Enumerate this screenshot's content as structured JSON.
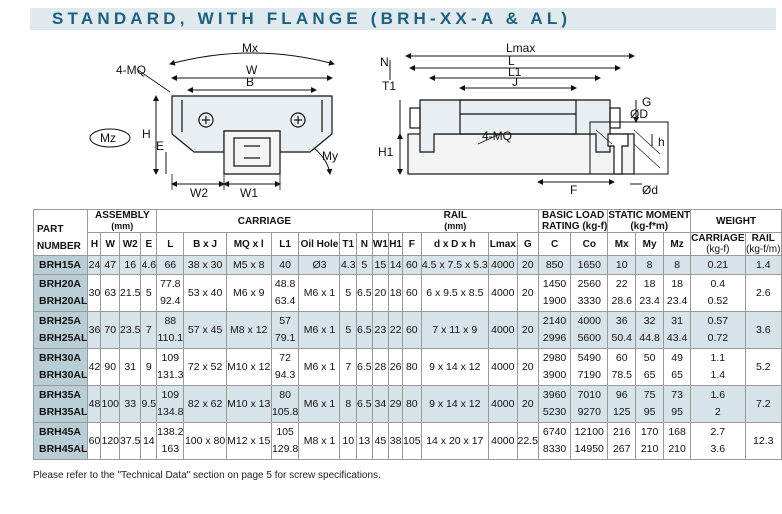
{
  "title": "STANDARD, WITH FLANGE (BRH-XX-A & AL)",
  "drawing": {
    "front_labels": {
      "mq": "4-MQ",
      "mx": "Mx",
      "w": "W",
      "b": "B",
      "mz": "Mz",
      "h": "H",
      "e": "E",
      "w2": "W2",
      "w1": "W1",
      "my": "My"
    },
    "side_labels": {
      "lmax": "Lmax",
      "n": "N",
      "l": "L",
      "l1": "L1",
      "j": "J",
      "t1": "T1",
      "mq": "4-MQ",
      "h1": "H1",
      "g": "G",
      "od": "ØD",
      "hh": "h",
      "f": "F",
      "d": "Ød"
    }
  },
  "table": {
    "headers": {
      "part_top": "PART",
      "part_bottom": "NUMBER",
      "assembly": "ASSEMBLY",
      "assembly_unit": "(mm)",
      "carriage": "CARRIAGE",
      "rail": "RAIL",
      "rail_unit": "(mm)",
      "load_top": "BASIC LOAD",
      "load_bottom": "RATING (kg-f)",
      "moment_top": "STATIC MOMENT",
      "moment_bottom": "(kg-f*m)",
      "weight": "WEIGHT",
      "weight_carriage": "CARRIAGE",
      "weight_rail": "RAIL",
      "weight_carriage_unit": "(kg-f)",
      "weight_rail_unit": "(kg-f/m)",
      "cols": [
        "H",
        "W",
        "W2",
        "E",
        "L",
        "B x J",
        "MQ x l",
        "L1",
        "Oil Hole",
        "T1",
        "N",
        "W1",
        "H1",
        "F",
        "d x D x h",
        "Lmax",
        "G",
        "C",
        "Co",
        "Mx",
        "My",
        "Mz"
      ]
    },
    "rows": [
      {
        "part": [
          "BRH15A"
        ],
        "H": "24",
        "W": "47",
        "W2": "16",
        "E": "4.6",
        "L": [
          "66"
        ],
        "BxJ": "38 x 30",
        "MQ": "M5 x 8",
        "L1": [
          "40"
        ],
        "oil": "Ø3",
        "T1": "4.3",
        "N": "5",
        "W1": "15",
        "H1": "14",
        "F": "60",
        "dDh": "4.5 x 7.5 x 5.3",
        "Lmax": "4000",
        "G": "20",
        "C": [
          "850"
        ],
        "Co": [
          "1650"
        ],
        "Mx": [
          "10"
        ],
        "My": [
          "8"
        ],
        "Mz": [
          "8"
        ],
        "wc": [
          "0.21"
        ],
        "wr": "1.4"
      },
      {
        "part": [
          "BRH20A",
          "BRH20AL"
        ],
        "H": "30",
        "W": "63",
        "W2": "21.5",
        "E": "5",
        "L": [
          "77.8",
          "92.4"
        ],
        "BxJ": "53 x 40",
        "MQ": "M6 x 9",
        "L1": [
          "48.8",
          "63.4"
        ],
        "oil": "M6 x 1",
        "T1": "5",
        "N": "6.5",
        "W1": "20",
        "H1": "18",
        "F": "60",
        "dDh": "6 x 9.5 x 8.5",
        "Lmax": "4000",
        "G": "20",
        "C": [
          "1450",
          "1900"
        ],
        "Co": [
          "2560",
          "3330"
        ],
        "Mx": [
          "22",
          "28.6"
        ],
        "My": [
          "18",
          "23.4"
        ],
        "Mz": [
          "18",
          "23.4"
        ],
        "wc": [
          "0.4",
          "0.52"
        ],
        "wr": "2.6"
      },
      {
        "part": [
          "BRH25A",
          "BRH25AL"
        ],
        "H": "36",
        "W": "70",
        "W2": "23.5",
        "E": "7",
        "L": [
          "88",
          "110.1"
        ],
        "BxJ": "57 x 45",
        "MQ": "M8 x 12",
        "L1": [
          "57",
          "79.1"
        ],
        "oil": "M6 x 1",
        "T1": "5",
        "N": "6.5",
        "W1": "23",
        "H1": "22",
        "F": "60",
        "dDh": "7 x 11 x 9",
        "Lmax": "4000",
        "G": "20",
        "C": [
          "2140",
          "2996"
        ],
        "Co": [
          "4000",
          "5600"
        ],
        "Mx": [
          "36",
          "50.4"
        ],
        "My": [
          "32",
          "44.8"
        ],
        "Mz": [
          "31",
          "43.4"
        ],
        "wc": [
          "0.57",
          "0.72"
        ],
        "wr": "3.6"
      },
      {
        "part": [
          "BRH30A",
          "BRH30AL"
        ],
        "H": "42",
        "W": "90",
        "W2": "31",
        "E": "9",
        "L": [
          "109",
          "131.3"
        ],
        "BxJ": "72 x 52",
        "MQ": "M10 x 12",
        "L1": [
          "72",
          "94.3"
        ],
        "oil": "M6 x 1",
        "T1": "7",
        "N": "6.5",
        "W1": "28",
        "H1": "26",
        "F": "80",
        "dDh": "9 x 14 x 12",
        "Lmax": "4000",
        "G": "20",
        "C": [
          "2980",
          "3900"
        ],
        "Co": [
          "5490",
          "7190"
        ],
        "Mx": [
          "60",
          "78.5"
        ],
        "My": [
          "50",
          "65"
        ],
        "Mz": [
          "49",
          "65"
        ],
        "wc": [
          "1.1",
          "1.4"
        ],
        "wr": "5.2"
      },
      {
        "part": [
          "BRH35A",
          "BRH35AL"
        ],
        "H": "48",
        "W": "100",
        "W2": "33",
        "E": "9.5",
        "L": [
          "109",
          "134.8"
        ],
        "BxJ": "82 x 62",
        "MQ": "M10 x 13",
        "L1": [
          "80",
          "105.8"
        ],
        "oil": "M6 x 1",
        "T1": "8",
        "N": "6.5",
        "W1": "34",
        "H1": "29",
        "F": "80",
        "dDh": "9 x 14 x 12",
        "Lmax": "4000",
        "G": "20",
        "C": [
          "3960",
          "5230"
        ],
        "Co": [
          "7010",
          "9270"
        ],
        "Mx": [
          "96",
          "125"
        ],
        "My": [
          "75",
          "95"
        ],
        "Mz": [
          "73",
          "95"
        ],
        "wc": [
          "1.6",
          "2"
        ],
        "wr": "7.2"
      },
      {
        "part": [
          "BRH45A",
          "BRH45AL"
        ],
        "H": "60",
        "W": "120",
        "W2": "37.5",
        "E": "14",
        "L": [
          "138.2",
          "163"
        ],
        "BxJ": "100 x 80",
        "MQ": "M12 x 15",
        "L1": [
          "105",
          "129.8"
        ],
        "oil": "M8 x 1",
        "T1": "10",
        "N": "13",
        "W1": "45",
        "H1": "38",
        "F": "105",
        "dDh": "14 x 20 x 17",
        "Lmax": "4000",
        "G": "22.5",
        "C": [
          "6740",
          "8330"
        ],
        "Co": [
          "12100",
          "14950"
        ],
        "Mx": [
          "216",
          "267"
        ],
        "My": [
          "170",
          "210"
        ],
        "Mz": [
          "168",
          "210"
        ],
        "wc": [
          "2.7",
          "3.6"
        ],
        "wr": "12.3"
      }
    ]
  },
  "footnote": "Please refer to the \"Technical Data\" section on page 5 for screw specifications.",
  "colors": {
    "banner_bg": "#dfe9ee",
    "title": "#1d5f7d",
    "part_cell": "#b9cdd6",
    "shade_row": "#d6e4ea"
  }
}
